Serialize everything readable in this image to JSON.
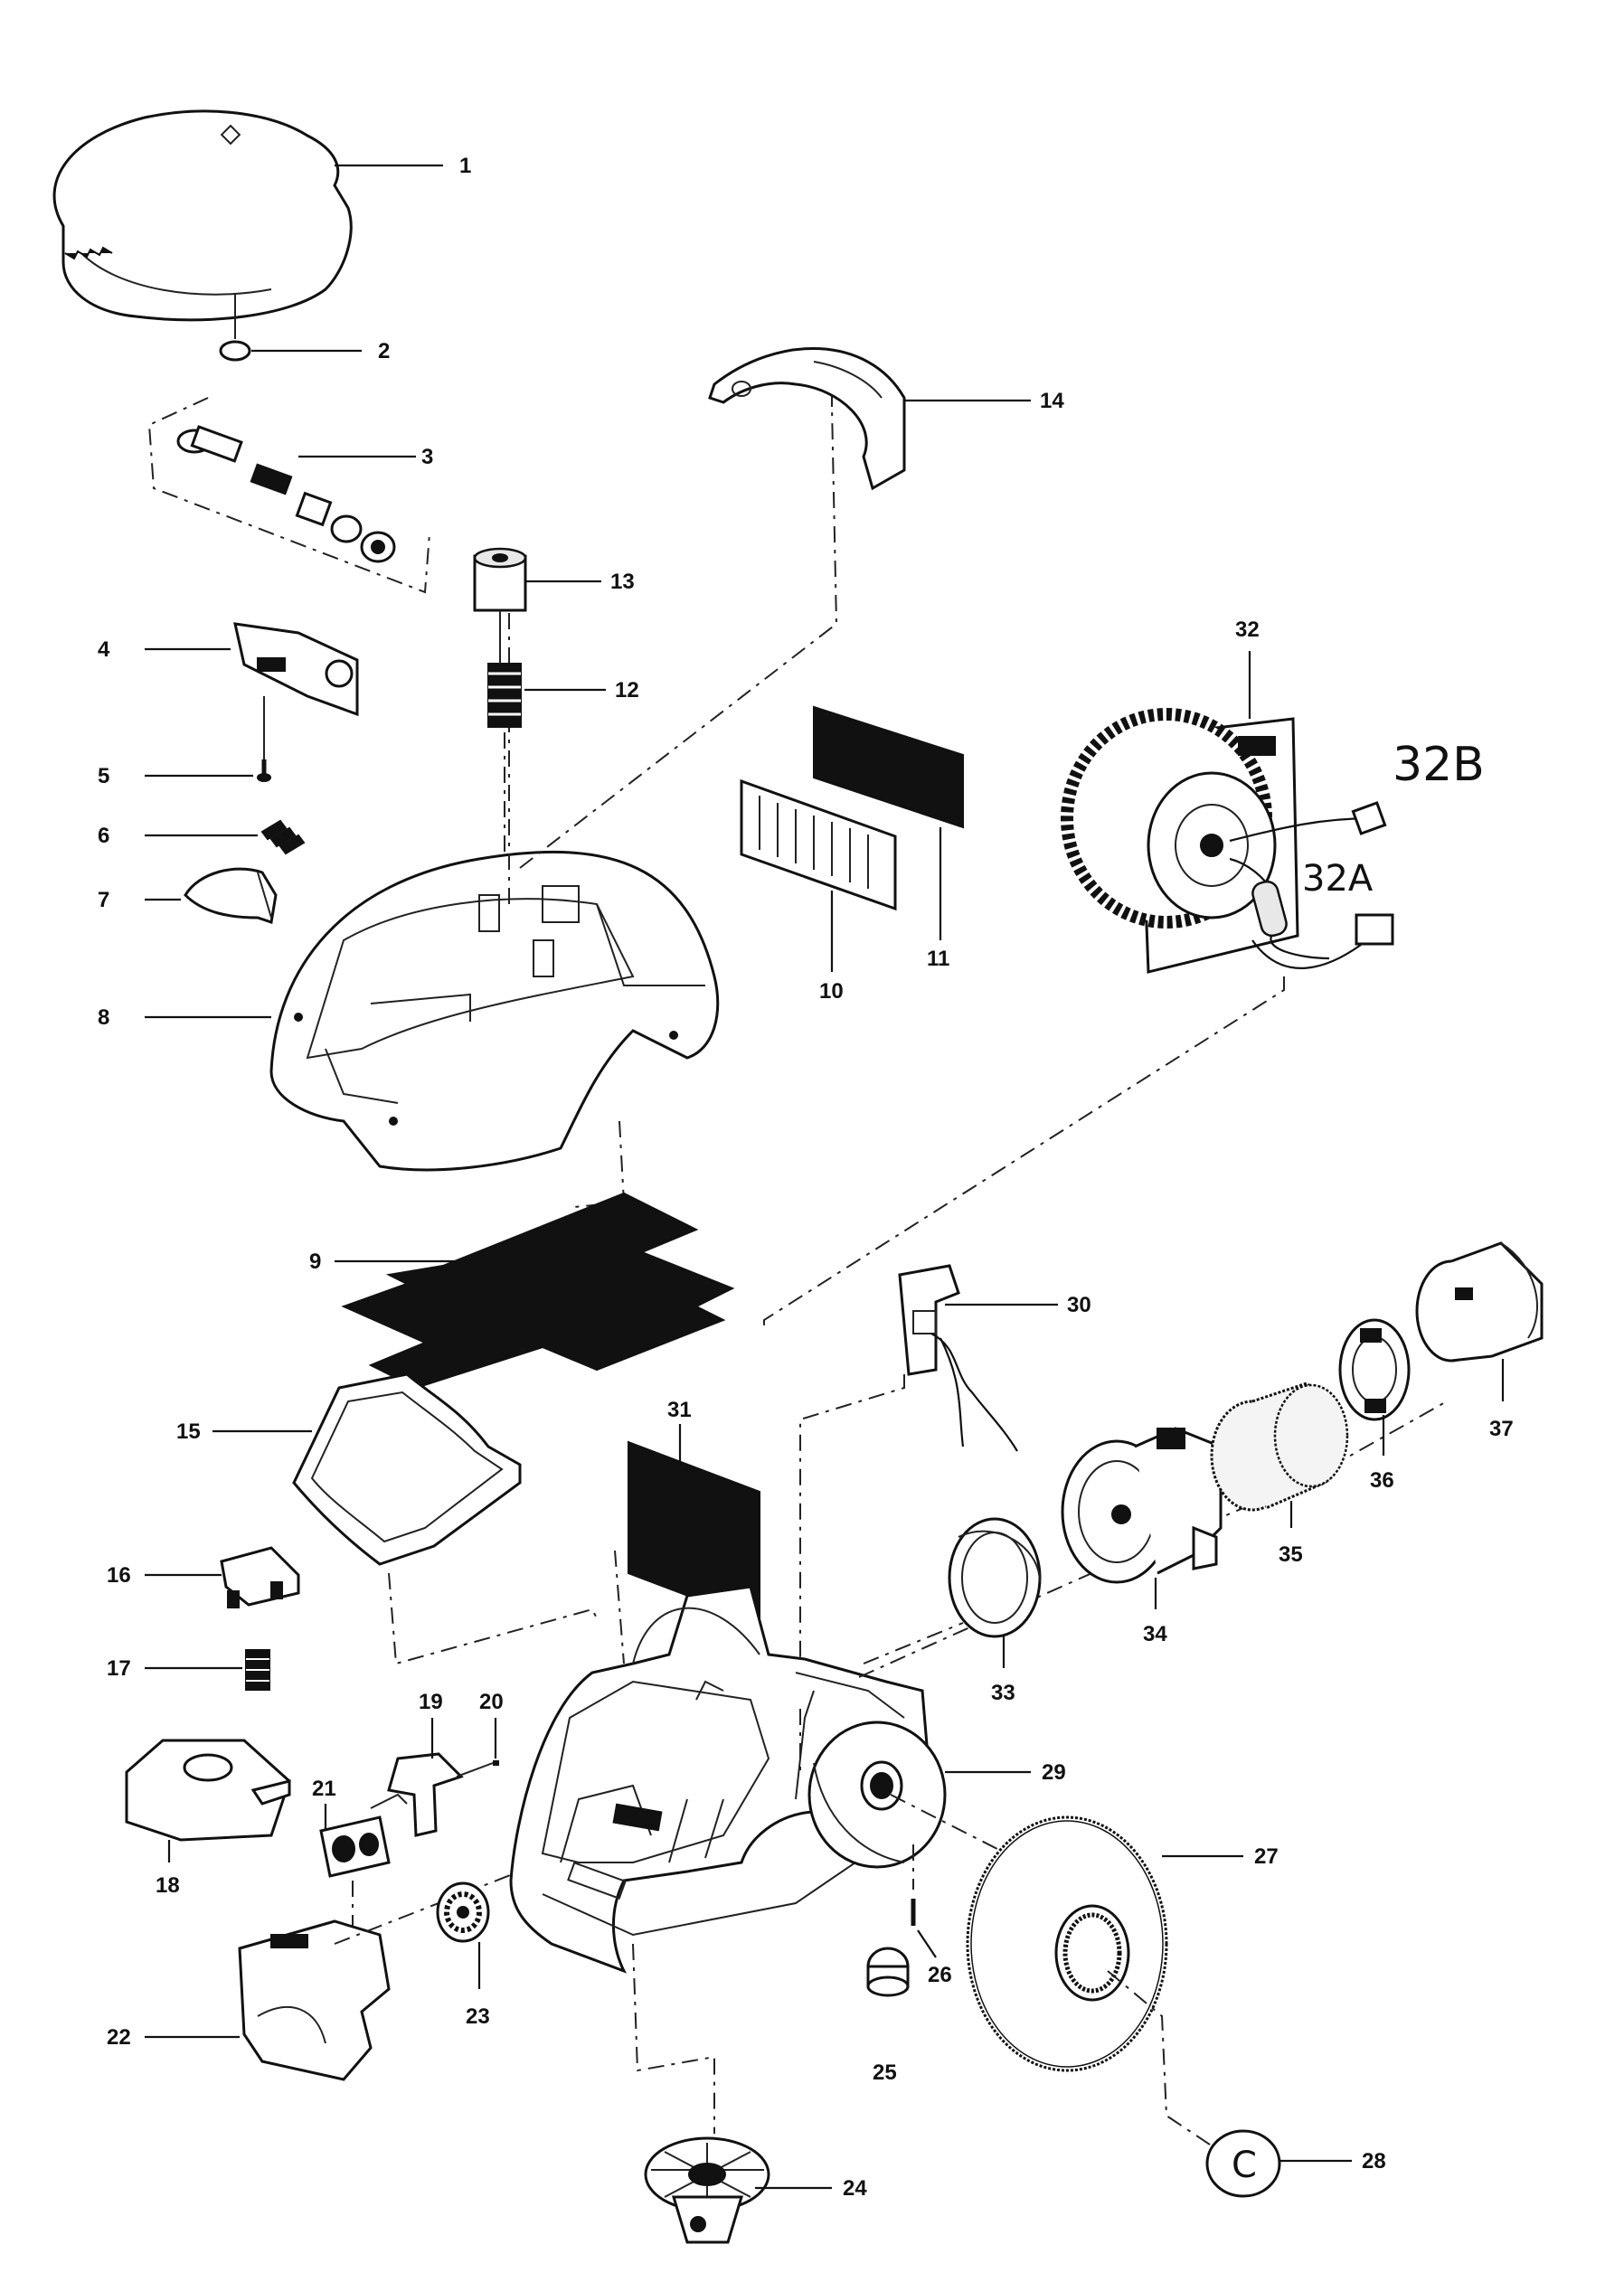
{
  "labels": {
    "p1": "1",
    "p2": "2",
    "p3": "3",
    "p4": "4",
    "p5": "5",
    "p6": "6",
    "p7": "7",
    "p8": "8",
    "p9": "9",
    "p10": "10",
    "p11": "11",
    "p12": "12",
    "p13": "13",
    "p14": "14",
    "p15": "15",
    "p16": "16",
    "p17": "17",
    "p18": "18",
    "p19": "19",
    "p20": "20",
    "p21": "21",
    "p22": "22",
    "p23": "23",
    "p24": "24",
    "p25": "25",
    "p26": "26",
    "p27": "27",
    "p28": "28",
    "p29": "29",
    "p30": "30",
    "p31": "31",
    "p32": "32",
    "p33": "33",
    "p34": "34",
    "p35": "35",
    "p36": "36",
    "p37": "37"
  },
  "handwritten": {
    "h32b": "32B",
    "h32a": "32A"
  },
  "cap_letter": "C"
}
